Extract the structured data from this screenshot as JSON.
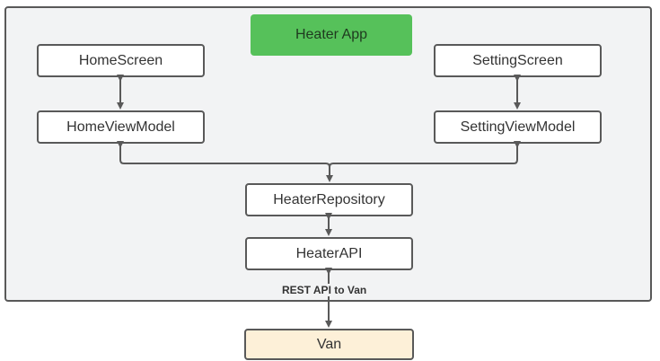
{
  "title": "Heater App",
  "nodes": {
    "home_screen": "HomeScreen",
    "home_view_model": "HomeViewModel",
    "setting_screen": "SettingScreen",
    "setting_view_model": "SettingViewModel",
    "heater_repository": "HeaterRepository",
    "heater_api": "HeaterAPI",
    "van": "Van"
  },
  "edge_label": "REST API to Van",
  "colors": {
    "title_fill": "#56c15a",
    "van_fill": "#fdf0d8",
    "stroke": "#595959",
    "container_fill": "#f2f3f4"
  }
}
